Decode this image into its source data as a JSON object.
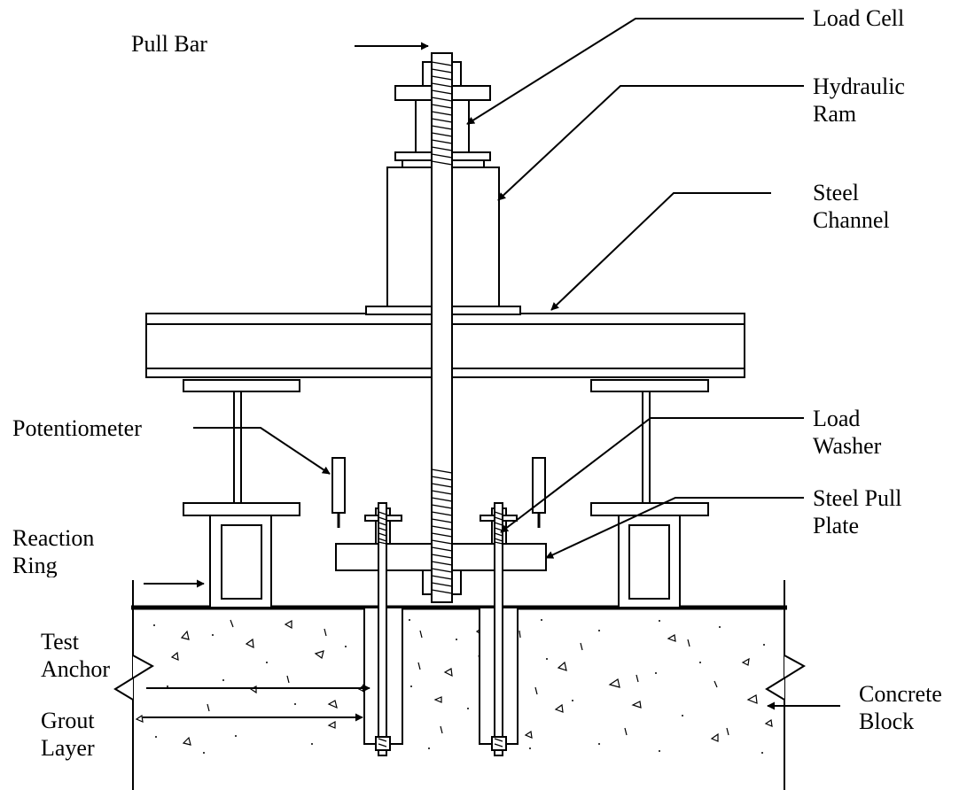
{
  "labels": {
    "pull_bar": "Pull Bar",
    "load_cell": "Load Cell",
    "hydraulic_ram": [
      "Hydraulic",
      "Ram"
    ],
    "steel_channel": [
      "Steel",
      "Channel"
    ],
    "potentiometer": "Potentiometer",
    "load_washer": [
      "Load",
      "Washer"
    ],
    "steel_pull_plate": [
      "Steel Pull",
      "Plate"
    ],
    "reaction_ring": [
      "Reaction",
      "Ring"
    ],
    "test_anchor": [
      "Test",
      "Anchor"
    ],
    "grout_layer": [
      "Grout",
      "Layer"
    ],
    "concrete_block": [
      "Concrete",
      "Block"
    ]
  },
  "colors": {
    "line": "#000000",
    "background": "#ffffff"
  }
}
